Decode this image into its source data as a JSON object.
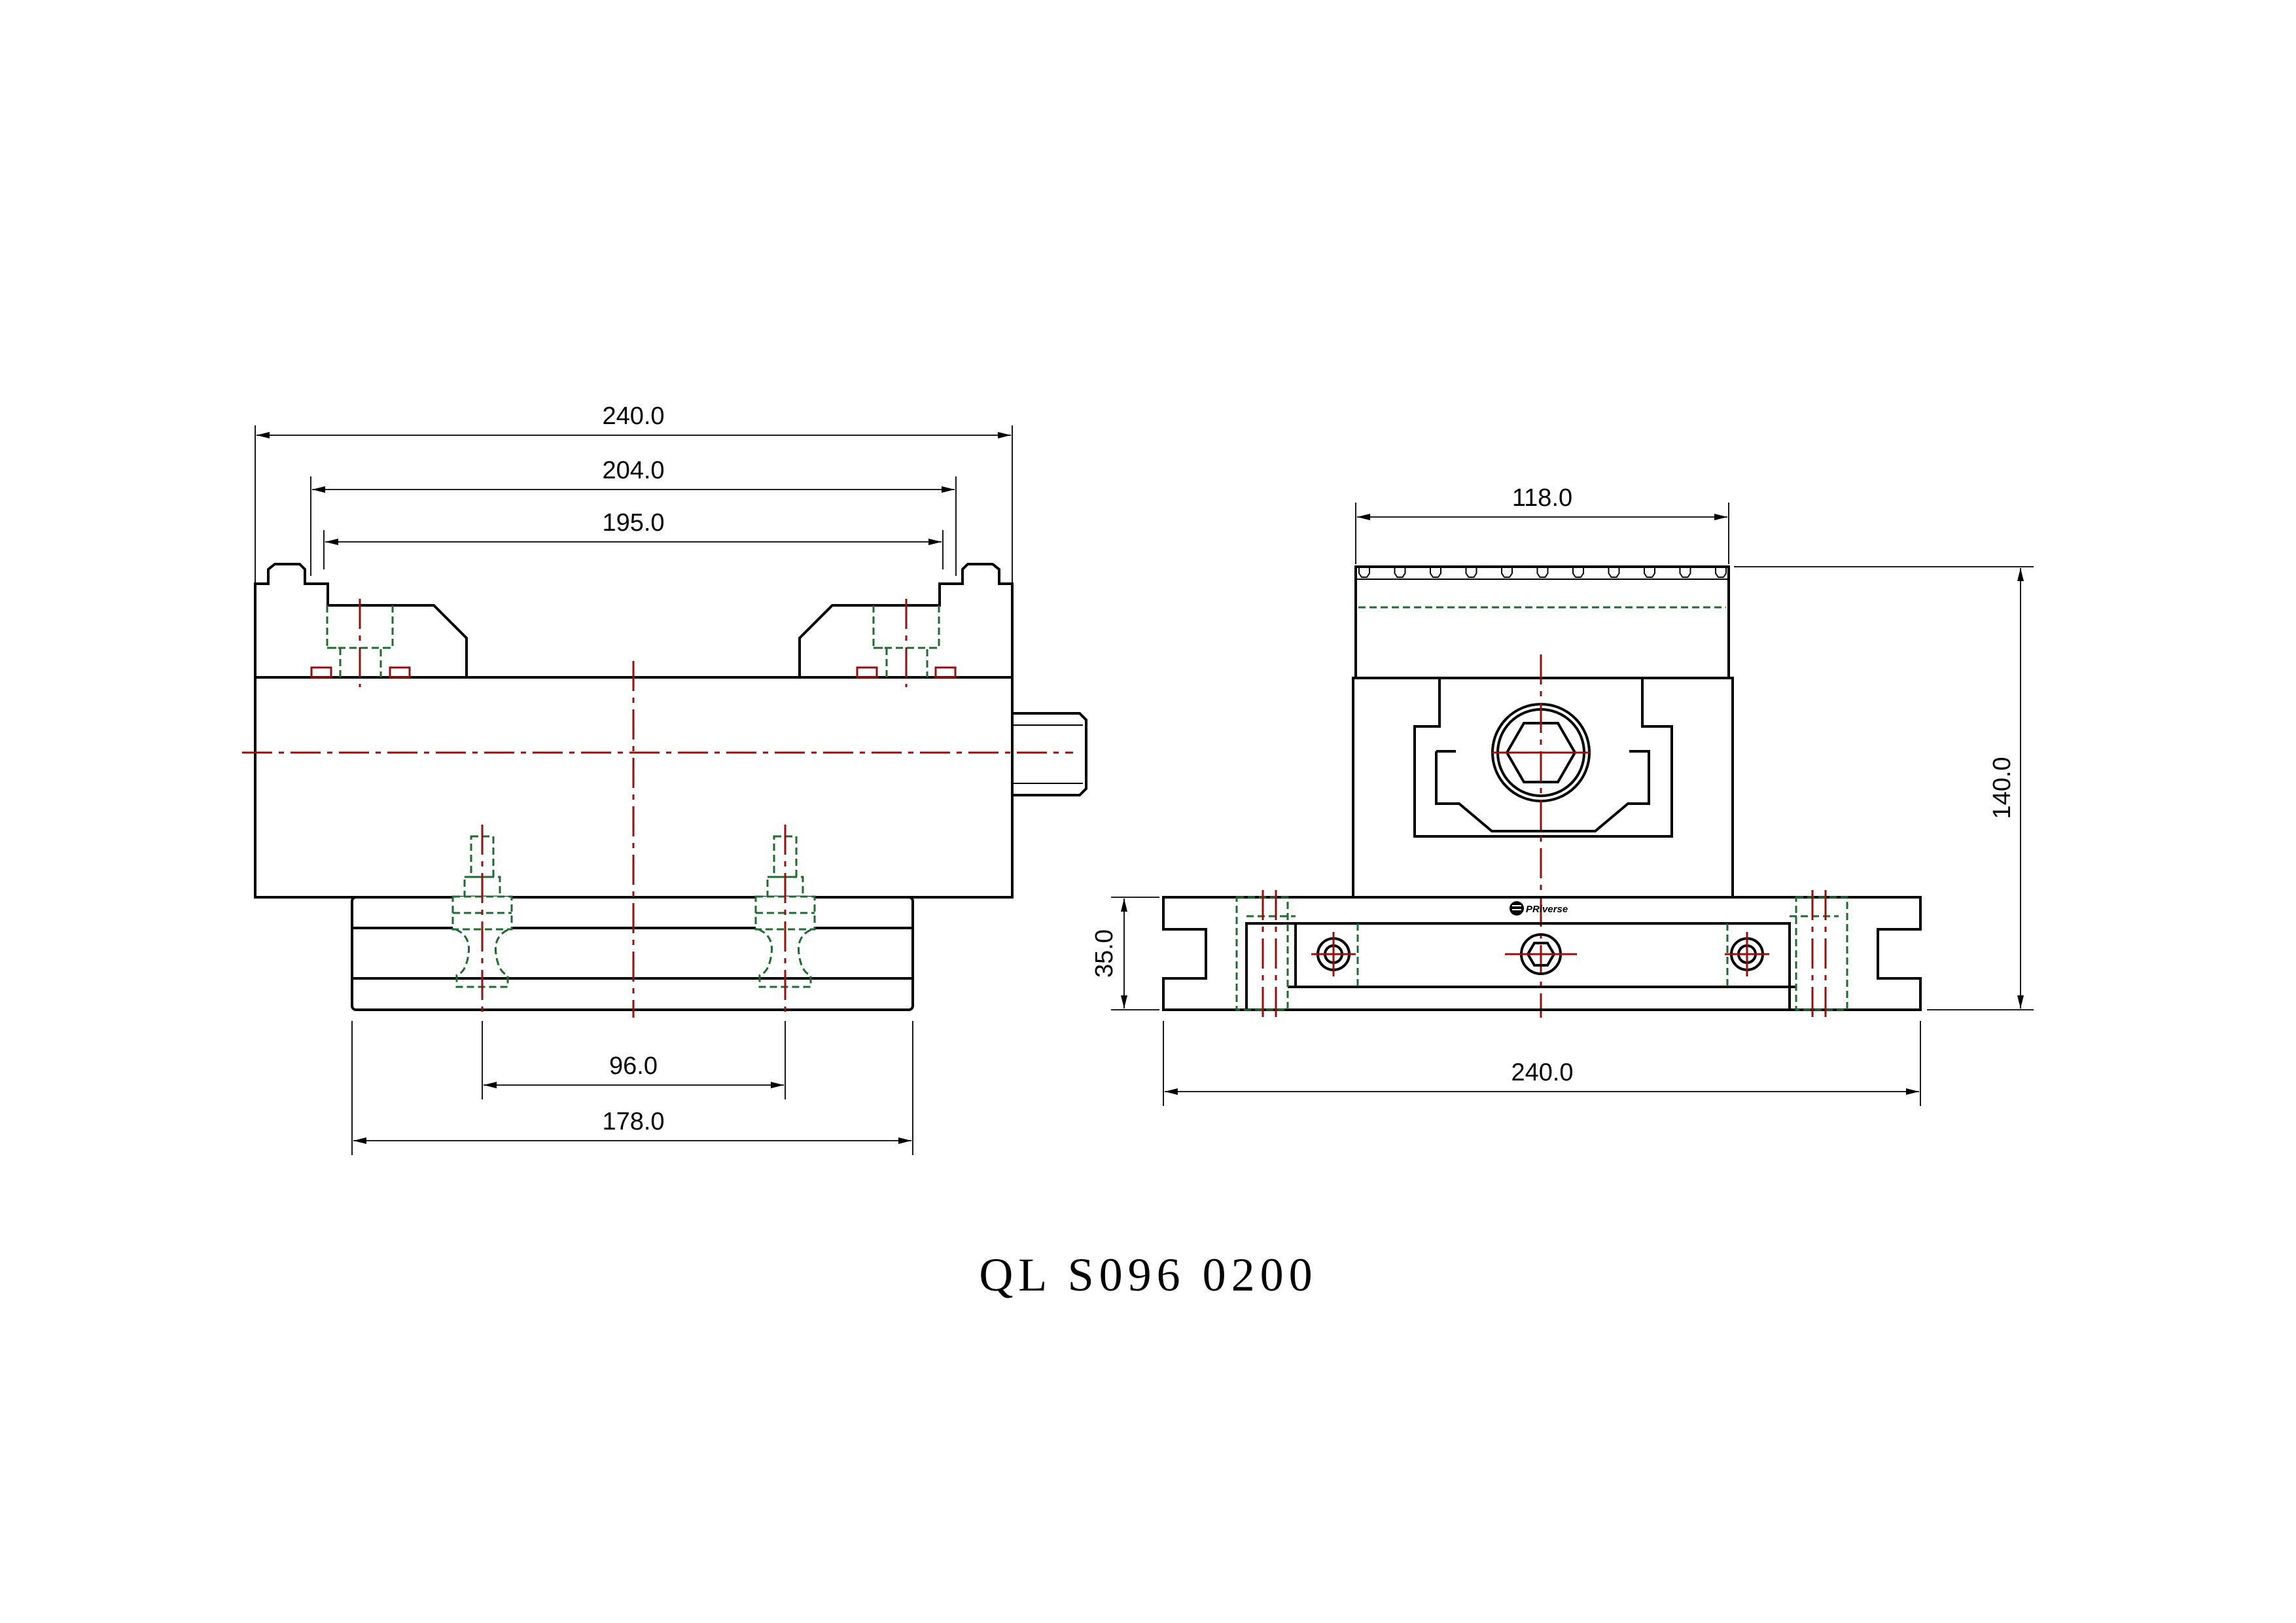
{
  "drawing": {
    "part_number": "QL S096 0200",
    "brand_logo_text": "PRiverse",
    "colors": {
      "outline": "#000000",
      "hidden_line": "#1e6b2e",
      "center_line": "#9b0d0d",
      "background": "#ffffff"
    }
  },
  "front_view": {
    "dimensions": {
      "overall_width": "240.0",
      "outer_jaw_span": "204.0",
      "inner_jaw_span": "195.0",
      "pin_spacing": "96.0",
      "base_width": "178.0"
    }
  },
  "side_view": {
    "dimensions": {
      "jaw_width": "118.0",
      "overall_height": "140.0",
      "base_height": "35.0",
      "base_width": "240.0"
    }
  }
}
